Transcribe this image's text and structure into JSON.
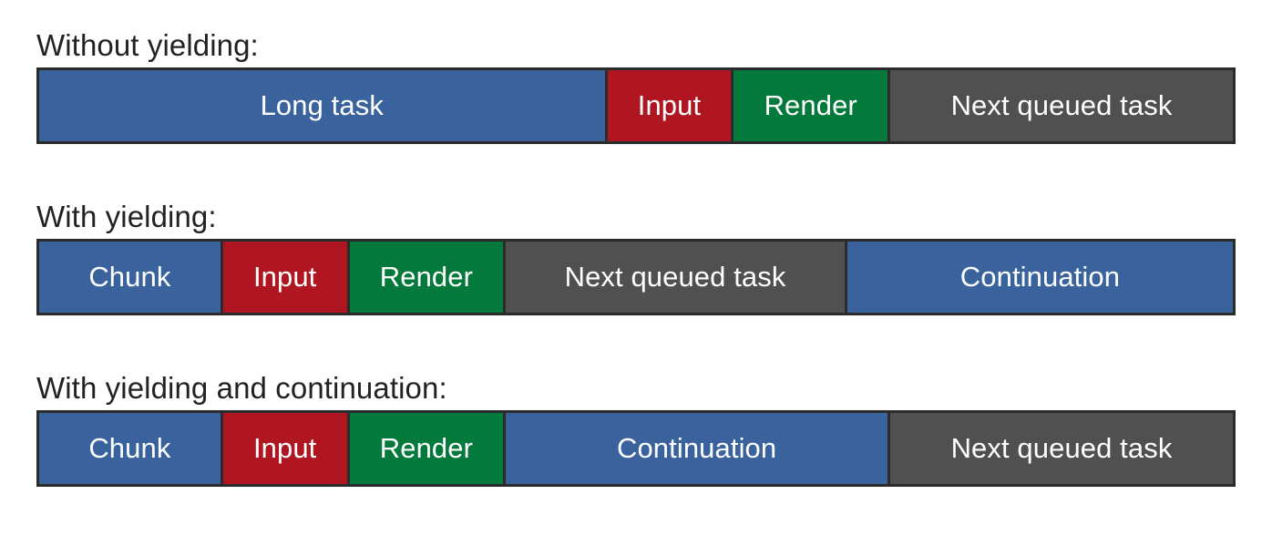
{
  "colors": {
    "blue": "#3A639E",
    "red": "#AF1622",
    "green": "#037A3B",
    "gray": "#505050",
    "border": "#2b2b2b",
    "label_text": "#222222",
    "segment_text": "#ffffff",
    "background": "#ffffff"
  },
  "sections": [
    {
      "label": "Without yielding:",
      "segments": [
        {
          "text": "Long task",
          "color": "blue",
          "width_pct": 47.6
        },
        {
          "text": "Input",
          "color": "red",
          "width_pct": 10.6
        },
        {
          "text": "Render",
          "color": "green",
          "width_pct": 13.1
        },
        {
          "text": "Next queued task",
          "color": "gray",
          "width_pct": 28.7
        }
      ]
    },
    {
      "label": "With yielding:",
      "segments": [
        {
          "text": "Chunk",
          "color": "blue",
          "width_pct": 15.4
        },
        {
          "text": "Input",
          "color": "red",
          "width_pct": 10.6
        },
        {
          "text": "Render",
          "color": "green",
          "width_pct": 13.1
        },
        {
          "text": "Next queued task",
          "color": "gray",
          "width_pct": 28.6
        },
        {
          "text": "Continuation",
          "color": "blue",
          "width_pct": 32.3
        }
      ]
    },
    {
      "label": "With yielding and continuation:",
      "segments": [
        {
          "text": "Chunk",
          "color": "blue",
          "width_pct": 15.4
        },
        {
          "text": "Input",
          "color": "red",
          "width_pct": 10.6
        },
        {
          "text": "Render",
          "color": "green",
          "width_pct": 13.1
        },
        {
          "text": "Continuation",
          "color": "blue",
          "width_pct": 32.2
        },
        {
          "text": "Next queued task",
          "color": "gray",
          "width_pct": 28.7
        }
      ]
    }
  ]
}
